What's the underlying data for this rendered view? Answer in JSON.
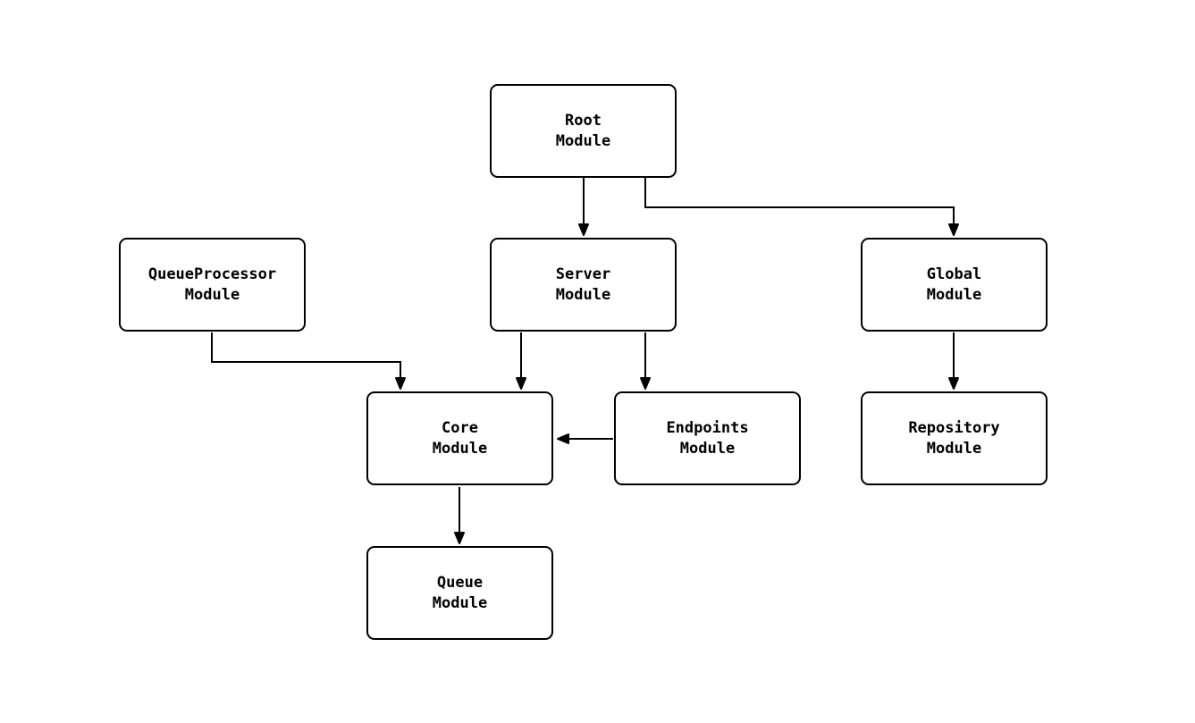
{
  "diagram": {
    "type": "module-dependency-flowchart",
    "colors": {
      "background": "#ffffff",
      "node_fill": "#ffffff",
      "node_border": "#000000",
      "edge_stroke": "#000000",
      "text": "#000000"
    },
    "nodes": [
      {
        "id": "root-module",
        "label": "Root\nModule"
      },
      {
        "id": "server-module",
        "label": "Server\nModule"
      },
      {
        "id": "queueprocessor-module",
        "label": "QueueProcessor\nModule"
      },
      {
        "id": "global-module",
        "label": "Global\nModule"
      },
      {
        "id": "core-module",
        "label": "Core\nModule"
      },
      {
        "id": "endpoints-module",
        "label": "Endpoints\nModule"
      },
      {
        "id": "repository-module",
        "label": "Repository\nModule"
      },
      {
        "id": "queue-module",
        "label": "Queue\nModule"
      }
    ],
    "edges": [
      {
        "from": "Root Module",
        "to": "Server Module"
      },
      {
        "from": "Root Module",
        "to": "Global Module"
      },
      {
        "from": "QueueProcessor Module",
        "to": "Core Module"
      },
      {
        "from": "Server Module",
        "to": "Core Module"
      },
      {
        "from": "Server Module",
        "to": "Endpoints Module"
      },
      {
        "from": "Endpoints Module",
        "to": "Core Module"
      },
      {
        "from": "Global Module",
        "to": "Repository Module"
      },
      {
        "from": "Core Module",
        "to": "Queue Module"
      }
    ]
  }
}
